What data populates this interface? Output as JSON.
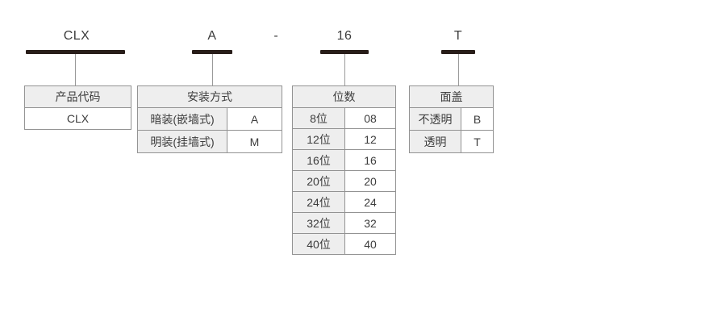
{
  "code": {
    "parts": [
      "CLX",
      "A",
      "16",
      "T"
    ],
    "separator": "-"
  },
  "tables": [
    {
      "header": "产品代码",
      "rows": [
        [
          "CLX"
        ]
      ]
    },
    {
      "header": "安装方式",
      "rows": [
        [
          "暗装(嵌墙式)",
          "A"
        ],
        [
          "明装(挂墙式)",
          "M"
        ]
      ]
    },
    {
      "header": "位数",
      "rows": [
        [
          "8位",
          "08"
        ],
        [
          "12位",
          "12"
        ],
        [
          "16位",
          "16"
        ],
        [
          "20位",
          "20"
        ],
        [
          "24位",
          "24"
        ],
        [
          "32位",
          "32"
        ],
        [
          "40位",
          "40"
        ]
      ]
    },
    {
      "header": "面盖",
      "rows": [
        [
          "不透明",
          "B"
        ],
        [
          "透明",
          "T"
        ]
      ]
    }
  ],
  "colors": {
    "bar": "#281d19",
    "border": "#939393",
    "header_bg": "#eeeeee",
    "text": "#3d3d3d"
  }
}
